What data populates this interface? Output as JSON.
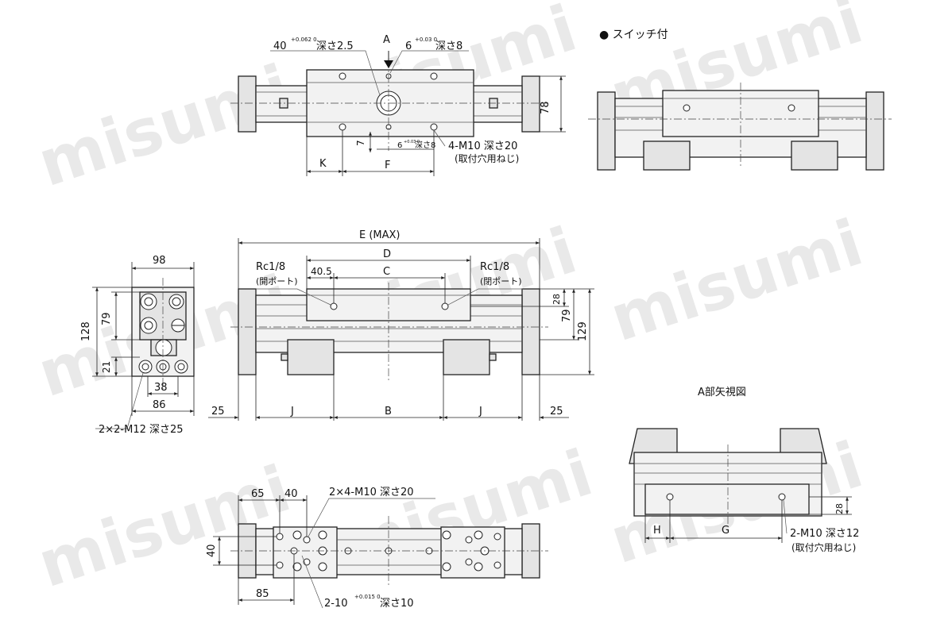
{
  "watermark": "misumi",
  "top_view": {
    "label_a": "A",
    "callout_pin_hole": "40",
    "callout_pin_tol": "+0.062 0",
    "callout_pin_depth": "深さ2.5",
    "callout_pin6": "6",
    "callout_pin6_tol": "+0.03 0",
    "callout_pin6_depth": "深さ8",
    "dim_78": "78",
    "dim_7": "7",
    "callout_6_small": "6",
    "callout_6_small_tol": "+0.03 0",
    "callout_6_small_depth": "深さ8",
    "callout_m10": "4-M10 深さ20",
    "callout_m10_note": "(取付穴用ねじ)",
    "dim_k": "K",
    "dim_f": "F"
  },
  "switch_view": {
    "title": "● スイッチ付"
  },
  "front_view": {
    "dim_e": "E (MAX)",
    "dim_d": "D",
    "dim_c": "C",
    "dim_40_5": "40.5",
    "port_left": "Rc1/8",
    "port_left_note": "(開ポート)",
    "port_right": "Rc1/8",
    "port_right_note": "(閉ポート)",
    "dim_28": "28",
    "dim_79": "79",
    "dim_129": "129",
    "dim_25_left": "25",
    "dim_25_right": "25",
    "dim_j_left": "J",
    "dim_b": "B",
    "dim_j_right": "J"
  },
  "side_view": {
    "dim_98": "98",
    "dim_128": "128",
    "dim_79": "79",
    "dim_21": "21",
    "dim_38": "38",
    "dim_86": "86",
    "callout": "2×2-M12 深さ25"
  },
  "bottom_view": {
    "dim_65": "65",
    "dim_40_top": "40",
    "callout_m10": "2×4-M10 深さ20",
    "dim_40_side": "40",
    "dim_85": "85",
    "callout_pin": "2-10",
    "callout_pin_tol": "+0.015 0",
    "callout_pin_depth": "深さ10"
  },
  "arrow_view": {
    "title": "A部矢視図",
    "dim_28": "28",
    "dim_h": "H",
    "dim_g": "G",
    "callout": "2-M10 深さ12",
    "callout_note": "(取付穴用ねじ)"
  }
}
